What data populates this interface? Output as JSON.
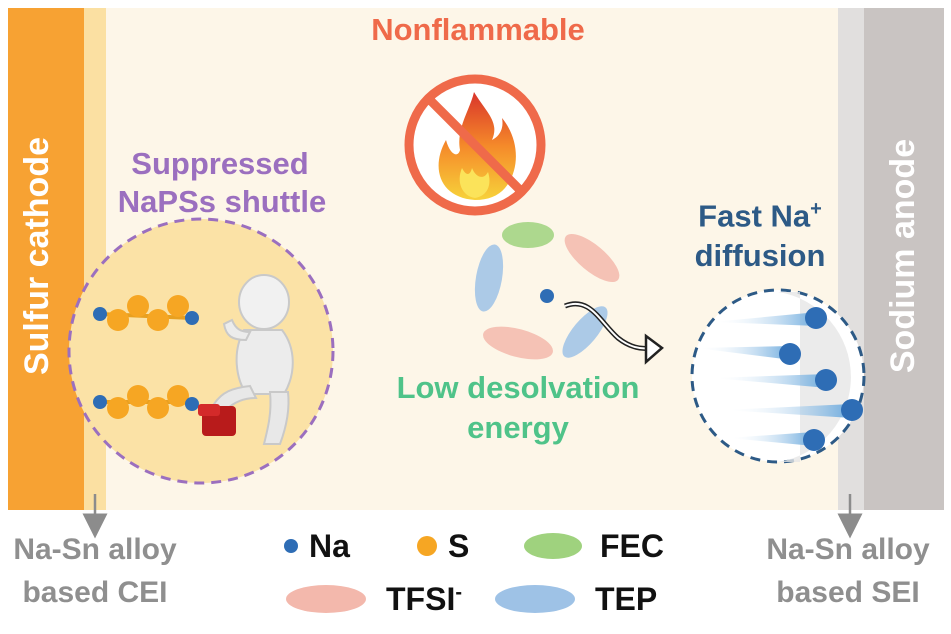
{
  "labels": {
    "cathode": "Sulfur cathode",
    "anode": "Sodium anode",
    "nonflammable": "Nonflammable",
    "suppressed_line1": "Suppressed",
    "suppressed_line2": "NaPSs shuttle",
    "fast_line1": "Fast Na",
    "fast_sup": "+",
    "fast_line2": "diffusion",
    "low_line1": "Low desolvation",
    "low_line2": "energy",
    "cei_line1": "Na-Sn alloy",
    "cei_line2": "based CEI",
    "sei_line1": "Na-Sn alloy",
    "sei_line2": "based SEI"
  },
  "legend": {
    "na": "Na",
    "s": "S",
    "fec": "FEC",
    "tfsi": "TFSI",
    "tfsi_sup": "-",
    "tep": "TEP"
  },
  "colors": {
    "cathode": "#f7a233",
    "electrolyte": "#fdf6e8",
    "cei_layer": "#fbe0a2",
    "anode": "#c9c4c2",
    "sei_layer": "#e1dfde",
    "nonflammable": "#ef6a4a",
    "suppressed": "#9b6fbf",
    "fast": "#2d5a86",
    "low": "#4fc389",
    "gray_text": "#8f8f8f",
    "na_dot": "#2e6db5",
    "s_dot": "#f6a623",
    "fec": "#9fd27e",
    "tfsi": "#f3b8ac",
    "tep": "#9ec2e6"
  },
  "icons": [
    "no-fire-icon",
    "figure-stepping-icon",
    "curved-arrow-icon"
  ]
}
